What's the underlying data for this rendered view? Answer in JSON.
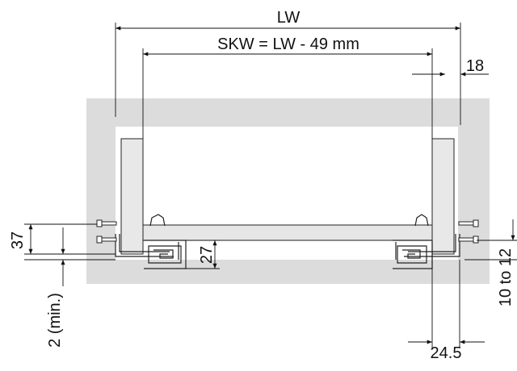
{
  "labels": {
    "lw": "LW",
    "skw": "SKW = LW - 49 mm",
    "d18": "18",
    "d37": "37",
    "d27": "27",
    "d2min": "2 (min.)",
    "d245": "24.5",
    "d10to12": "10 to 12"
  },
  "colors": {
    "cabinet": "#dcdcdc",
    "side_panel": "#e8e8e8",
    "line": "#111111"
  }
}
